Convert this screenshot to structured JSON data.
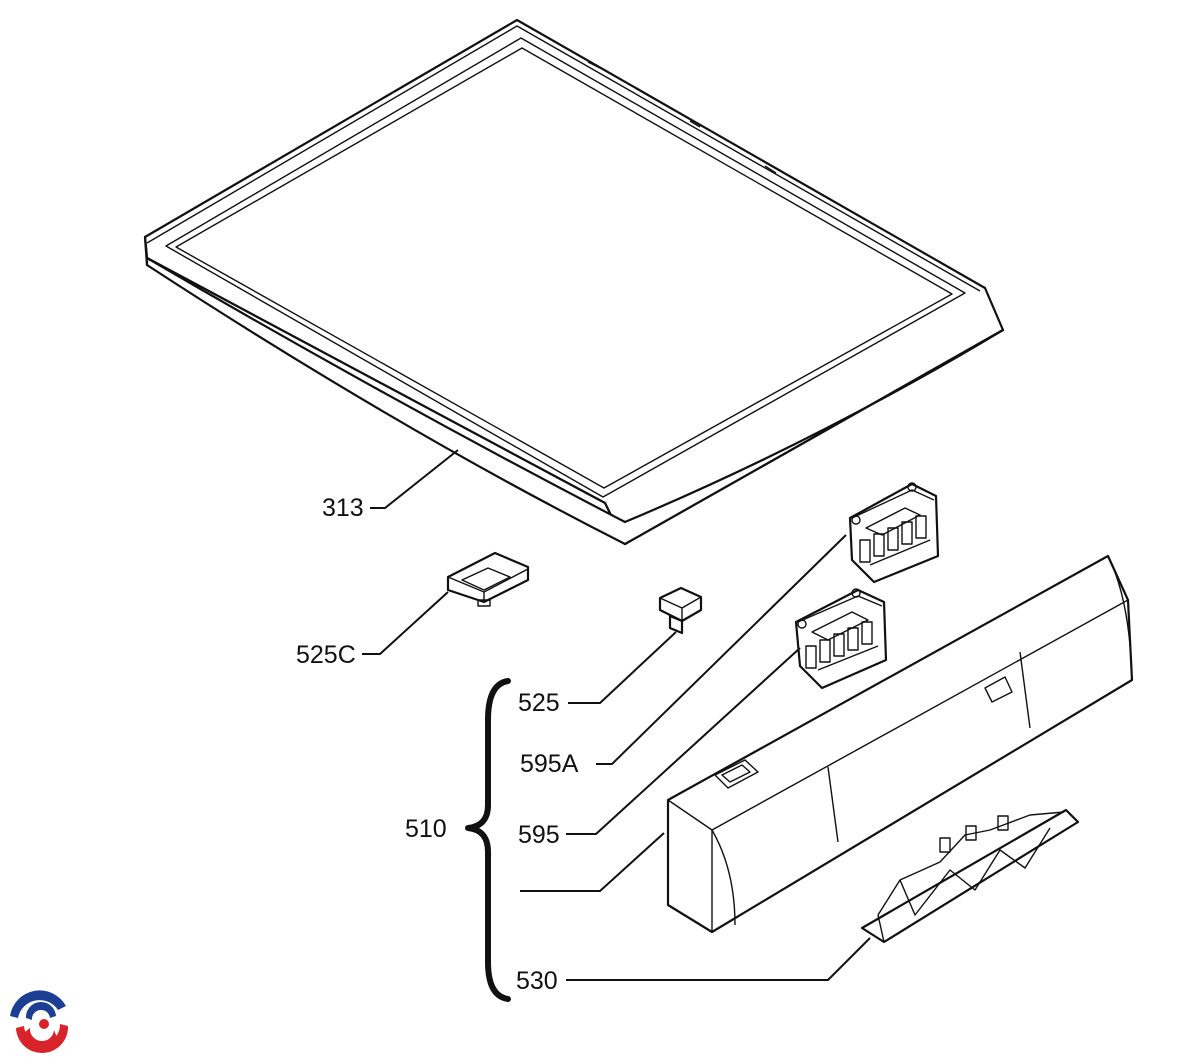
{
  "labels": {
    "top_cover": "313",
    "dispenser_small": "525C",
    "button_cap": "525",
    "switch_block_a": "595A",
    "switch_block": "595",
    "control_panel_group": "510",
    "handle": "530"
  },
  "colors": {
    "line": "#111111",
    "background": "#ffffff",
    "logo_blue": "#1c3f95",
    "logo_red": "#d8232a"
  },
  "logo": {
    "icon": "swirl-logo-icon"
  }
}
